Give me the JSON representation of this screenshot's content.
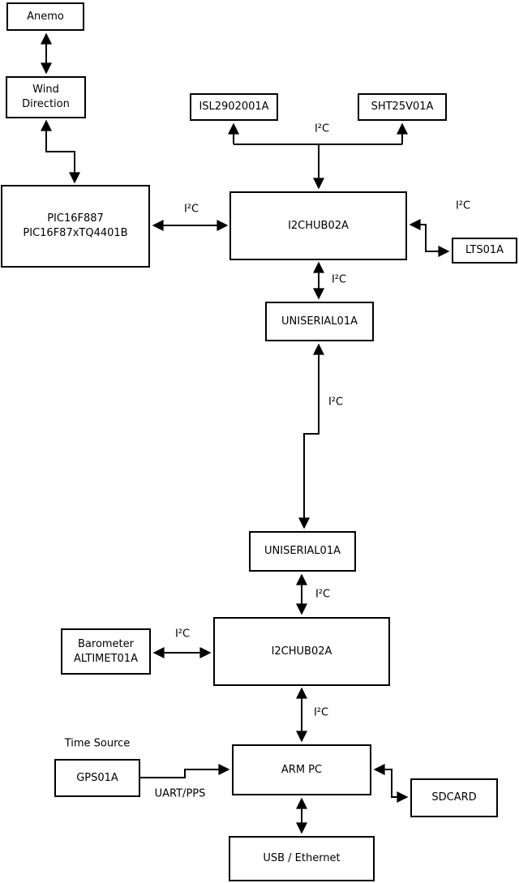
{
  "diagram": {
    "boxes": {
      "anemo": "Anemo",
      "wind_direction": "Wind\nDirection",
      "pic": "PIC16F887\nPIC16F87xTQ4401B",
      "isl": "ISL2902001A",
      "sht": "SHT25V01A",
      "hub1": "I2CHUB02A",
      "lts": "LTS01A",
      "uniserial1": "UNISERIAL01A",
      "uniserial2": "UNISERIAL01A",
      "hub2": "I2CHUB02A",
      "barometer": "Barometer\nALTIMET01A",
      "gps": "GPS01A",
      "arm_pc": "ARM PC",
      "sdcard": "SDCARD",
      "usb_ethernet": "USB / Ethernet"
    },
    "labels": {
      "i2c": "I²C",
      "time_source": "Time Source",
      "uart_pps": "UART/PPS"
    },
    "line_color": "#000000",
    "background_color": "#ffffff",
    "edges": [
      {
        "from": "Anemo",
        "to": "Wind Direction",
        "arrows": "both",
        "label": ""
      },
      {
        "from": "Wind Direction",
        "to": "PIC16F887 PIC16F87xTQ4401B",
        "arrows": "both",
        "label": ""
      },
      {
        "from": "PIC16F887 PIC16F87xTQ4401B",
        "to": "I2CHUB02A (upper)",
        "arrows": "both",
        "label": "I²C"
      },
      {
        "from": "I2CHUB02A (upper)",
        "to": "ISL2902001A",
        "arrows": "both",
        "label": "I²C"
      },
      {
        "from": "I2CHUB02A (upper)",
        "to": "SHT25V01A",
        "arrows": "both",
        "label": "I²C"
      },
      {
        "from": "I2CHUB02A (upper)",
        "to": "LTS01A",
        "arrows": "both",
        "label": "I²C"
      },
      {
        "from": "I2CHUB02A (upper)",
        "to": "UNISERIAL01A (upper)",
        "arrows": "both",
        "label": "I²C"
      },
      {
        "from": "UNISERIAL01A (upper)",
        "to": "UNISERIAL01A (lower)",
        "arrows": "both",
        "label": "I²C"
      },
      {
        "from": "UNISERIAL01A (lower)",
        "to": "I2CHUB02A (lower)",
        "arrows": "both",
        "label": "I²C"
      },
      {
        "from": "Barometer ALTIMET01A",
        "to": "I2CHUB02A (lower)",
        "arrows": "both",
        "label": "I²C"
      },
      {
        "from": "I2CHUB02A (lower)",
        "to": "ARM PC",
        "arrows": "both",
        "label": "I²C"
      },
      {
        "from": "GPS01A",
        "to": "ARM PC",
        "arrows": "to",
        "label": "UART/PPS"
      },
      {
        "from": "ARM PC",
        "to": "SDCARD",
        "arrows": "both",
        "label": ""
      },
      {
        "from": "ARM PC",
        "to": "USB / Ethernet",
        "arrows": "both",
        "label": ""
      }
    ]
  }
}
